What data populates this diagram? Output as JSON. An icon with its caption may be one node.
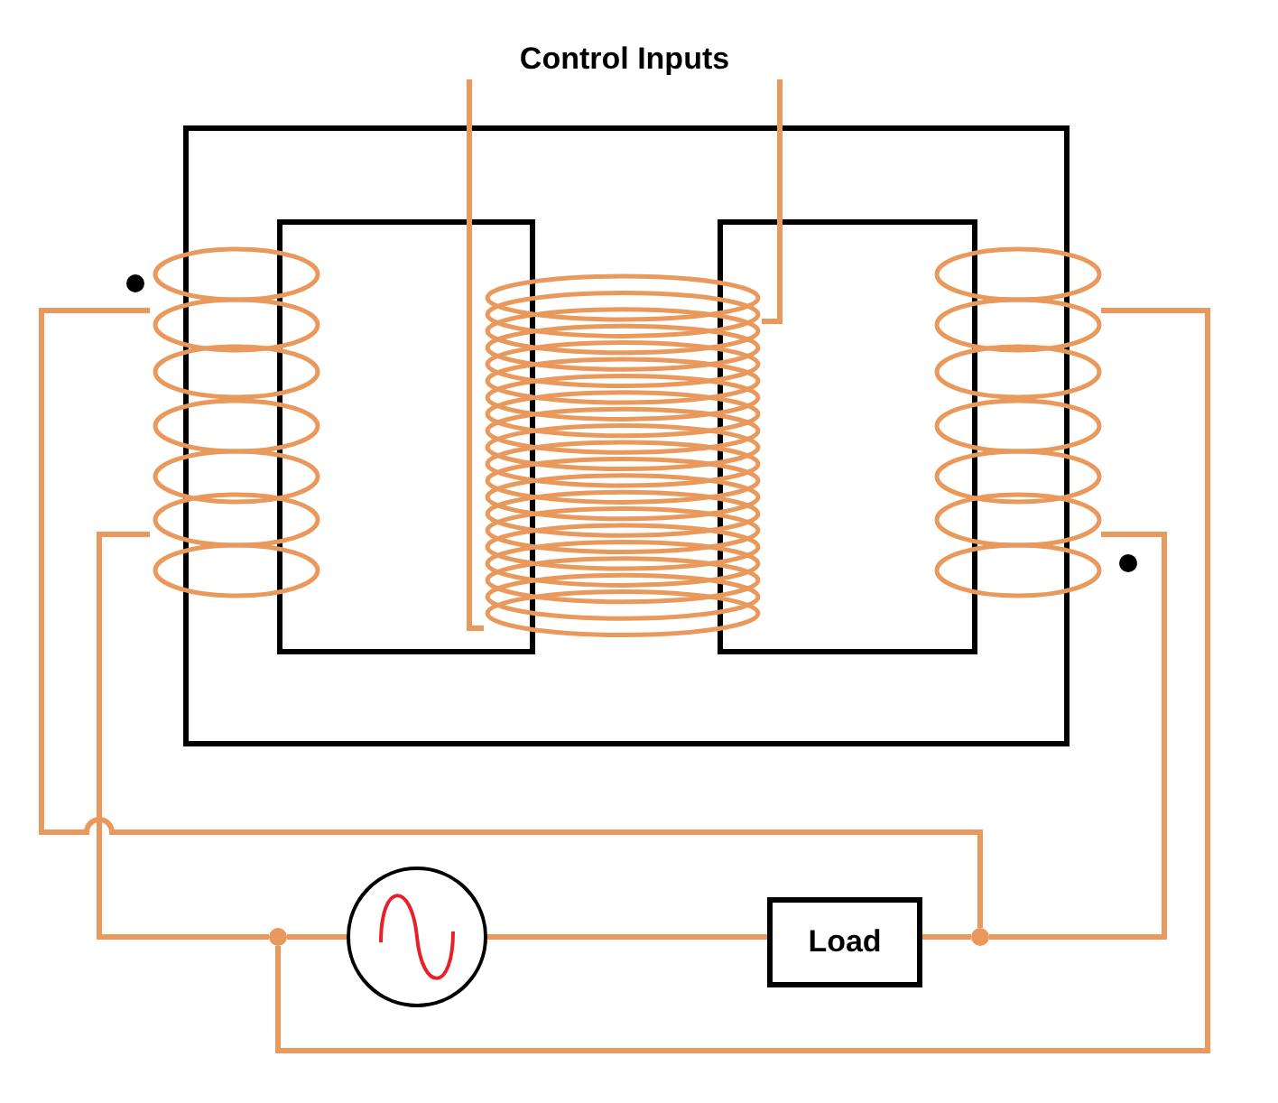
{
  "diagram": {
    "nodes": [
      {
        "text": [],
        "shape": "coil"
      },
      {
        "text": [],
        "shape": "coil"
      },
      {
        "text": [],
        "shape": "coil"
      },
      {
        "text": [],
        "shape": "circle"
      },
      {
        "text": [
          "Load"
        ]
      },
      {
        "text": [],
        "shape": "dot"
      },
      {
        "text": [],
        "shape": "dot"
      },
      {
        "text": [
          "Control Inputs"
        ]
      }
    ],
    "edges": [
      {
        "from": 0,
        "to": 6,
        "arrow": "none"
      },
      {
        "from": 0,
        "to": 5,
        "arrow": "none"
      },
      {
        "from": 2,
        "to": 5,
        "arrow": "none"
      },
      {
        "from": 2,
        "to": 6,
        "arrow": "none"
      },
      {
        "from": 5,
        "to": 3,
        "arrow": "none"
      },
      {
        "from": 3,
        "to": 4,
        "arrow": "none"
      },
      {
        "from": 4,
        "to": 6,
        "arrow": "none"
      },
      {
        "from": 1,
        "to": 7,
        "arrow": "none"
      },
      {
        "from": 1,
        "to": 7,
        "arrow": "none"
      }
    ]
  }
}
